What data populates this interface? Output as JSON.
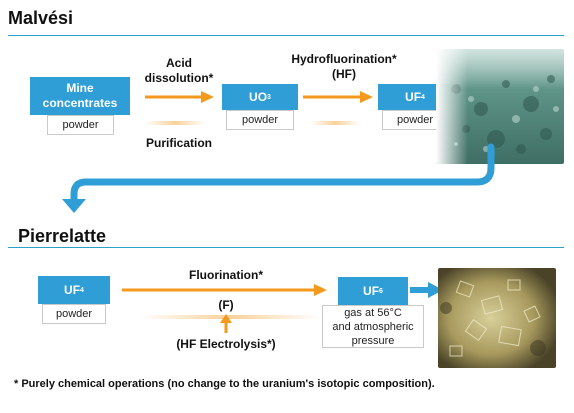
{
  "malvesi": {
    "title": "Malvési",
    "mine_concentrates": {
      "label": "Mine concentrates",
      "form": "powder"
    },
    "step1": {
      "line1": "Acid",
      "line2": "dissolution*",
      "below": "Purification"
    },
    "uo3": {
      "base": "UO",
      "sub": "3",
      "form": "powder"
    },
    "step2": {
      "line1": "Hydrofluorination*",
      "line2": "(HF)"
    },
    "uf4": {
      "base": "UF",
      "sub": "4",
      "form": "powder"
    }
  },
  "pierrelatte": {
    "title": "Pierrelatte",
    "uf4": {
      "base": "UF",
      "sub": "4",
      "form": "powder"
    },
    "step": {
      "label": "Fluorination*",
      "f": "(F)",
      "below": "(HF Electrolysis*)"
    },
    "uf6": {
      "base": "UF",
      "sub": "6",
      "form_line1": "gas at 56°C",
      "form_line2": "and atmospheric",
      "form_line3": "pressure"
    }
  },
  "footnote": "* Purely chemical operations (no change to the uranium's isotopic composition).",
  "colors": {
    "accent_blue": "#2f9dd6",
    "arrow_orange": "#f39a1e",
    "rule_blue": "#2e9fc9",
    "uf4_powder": "#5e8f83",
    "uf6_crystal": "#a89a5e"
  }
}
